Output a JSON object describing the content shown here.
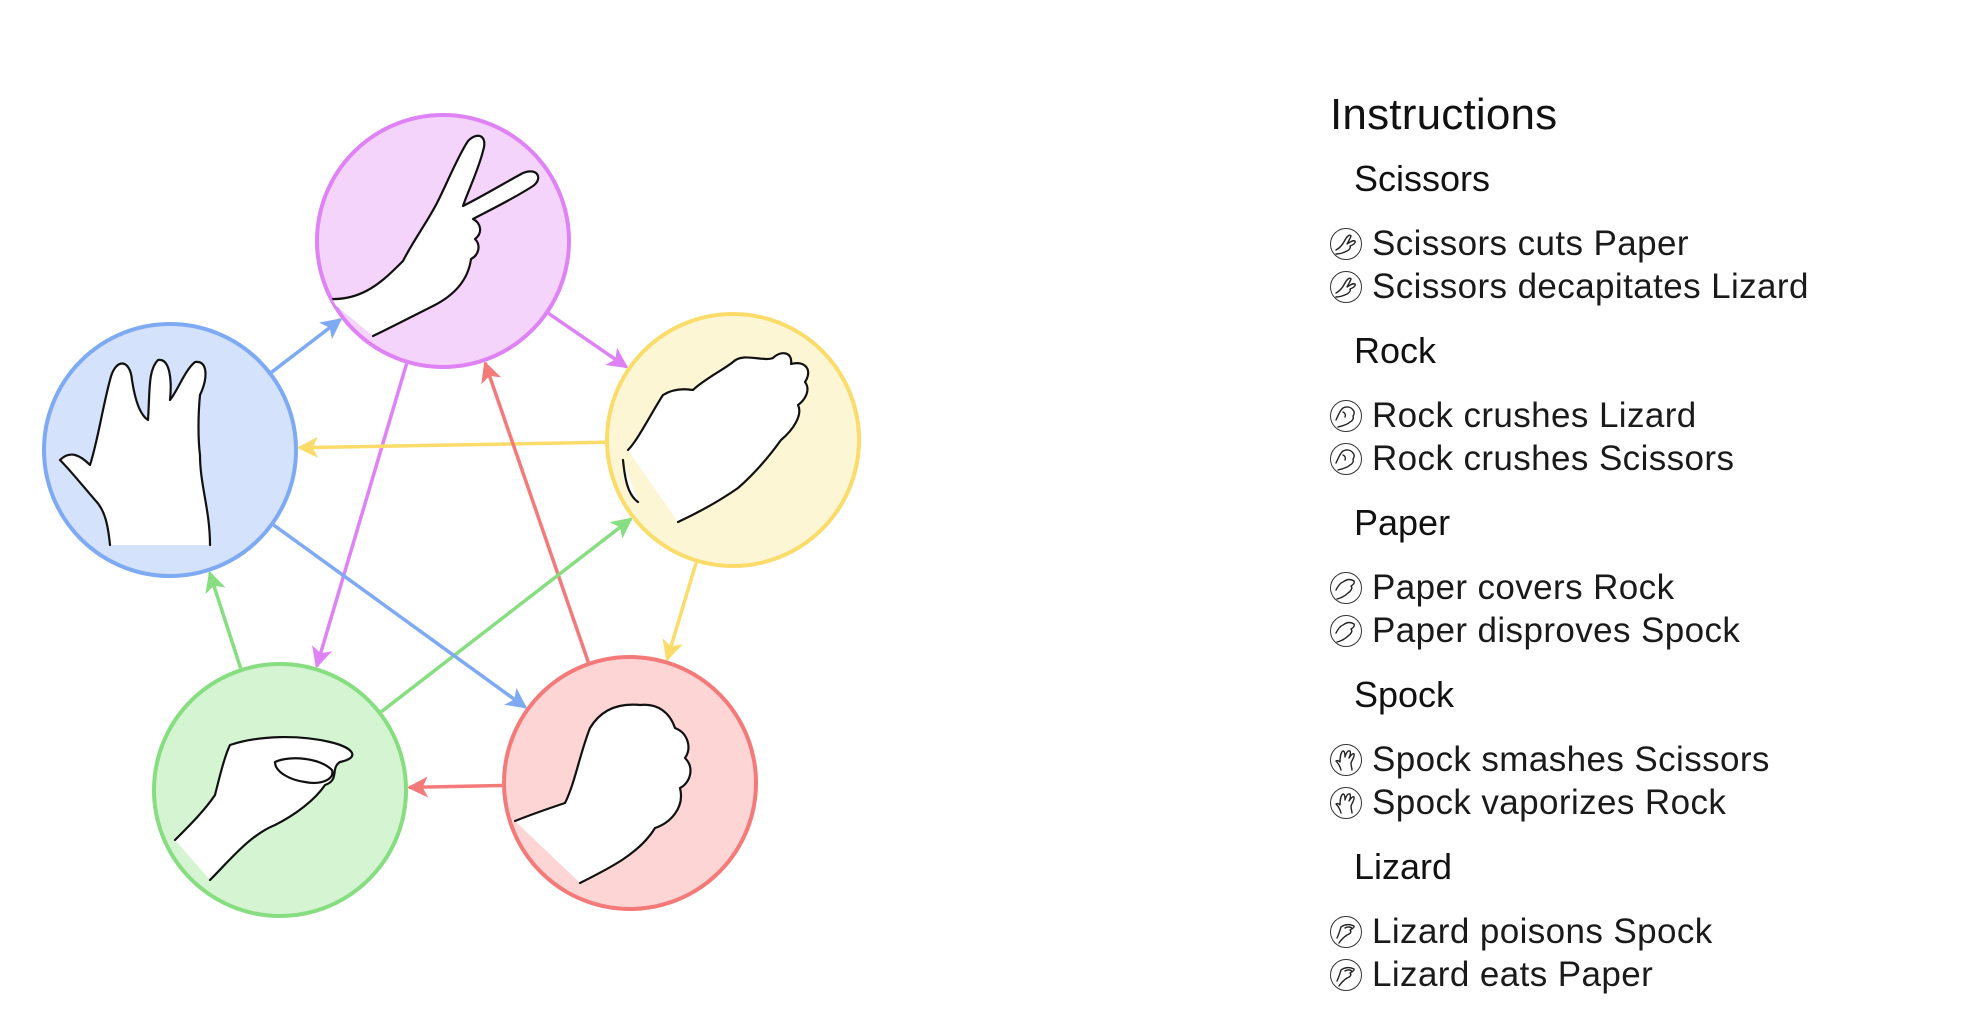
{
  "colors": {
    "scissors": {
      "stroke": "#de82f6",
      "fill": "#f5d4fb"
    },
    "paper": {
      "stroke": "#fbdc6a",
      "fill": "#fdf6d4"
    },
    "rock": {
      "stroke": "#f47a7a",
      "fill": "#fed5d5"
    },
    "lizard": {
      "stroke": "#86de80",
      "fill": "#d4f4d2"
    },
    "spock": {
      "stroke": "#7eaaf4",
      "fill": "#d4e2fc"
    }
  },
  "diagram": {
    "nodes": [
      {
        "id": "scissors",
        "icon": "scissors-hand-icon"
      },
      {
        "id": "paper",
        "icon": "paper-hand-icon"
      },
      {
        "id": "rock",
        "icon": "rock-fist-icon"
      },
      {
        "id": "lizard",
        "icon": "lizard-hand-icon"
      },
      {
        "id": "spock",
        "icon": "spock-hand-icon"
      }
    ],
    "edges": [
      {
        "from": "scissors",
        "to": "paper",
        "color": "scissors"
      },
      {
        "from": "scissors",
        "to": "lizard",
        "color": "scissors"
      },
      {
        "from": "paper",
        "to": "rock",
        "color": "paper"
      },
      {
        "from": "paper",
        "to": "spock",
        "color": "paper"
      },
      {
        "from": "rock",
        "to": "lizard",
        "color": "rock"
      },
      {
        "from": "rock",
        "to": "scissors",
        "color": "rock"
      },
      {
        "from": "lizard",
        "to": "spock",
        "color": "lizard"
      },
      {
        "from": "lizard",
        "to": "paper",
        "color": "lizard"
      },
      {
        "from": "spock",
        "to": "scissors",
        "color": "spock"
      },
      {
        "from": "spock",
        "to": "rock",
        "color": "spock"
      }
    ]
  },
  "instructions": {
    "title": "Instructions",
    "groups": [
      {
        "name": "Scissors",
        "icon": "scissors-hand-icon",
        "rules": [
          "Scissors cuts Paper",
          "Scissors decapitates Lizard"
        ]
      },
      {
        "name": "Rock",
        "icon": "rock-fist-icon",
        "rules": [
          "Rock crushes Lizard",
          "Rock crushes Scissors"
        ]
      },
      {
        "name": "Paper",
        "icon": "paper-hand-icon",
        "rules": [
          "Paper covers Rock",
          "Paper disproves Spock"
        ]
      },
      {
        "name": "Spock",
        "icon": "spock-hand-icon",
        "rules": [
          "Spock smashes Scissors",
          "Spock vaporizes Rock"
        ]
      },
      {
        "name": "Lizard",
        "icon": "lizard-hand-icon",
        "rules": [
          "Lizard poisons Spock",
          "Lizard eats Paper"
        ]
      }
    ]
  }
}
